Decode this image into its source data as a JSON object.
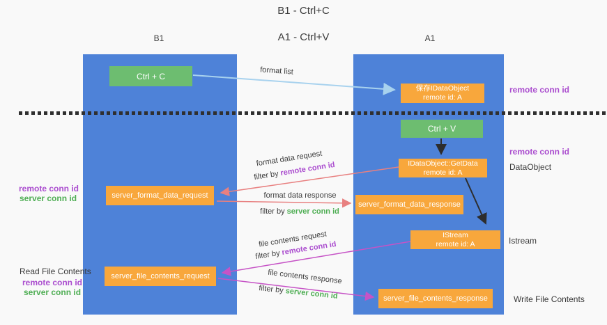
{
  "title": {
    "line1": "B1 - Ctrl+C",
    "line2": "A1 - Ctrl+V"
  },
  "lanes": {
    "left": {
      "name": "B1",
      "role": "connection"
    },
    "right": {
      "name": "A1",
      "role": "remote"
    }
  },
  "nodes": {
    "ctrl_c": "Ctrl + C",
    "save_idataobject": "保存IDataObject\nremote id: A",
    "ctrl_v": "Ctrl + V",
    "getdata": "IDataObject::GetData\nremote id: A",
    "server_format_data_request": "server_format_data_request",
    "server_format_data_response": "server_format_data_response",
    "istream": "IStream\nremote id: A",
    "server_file_contents_request": "server_file_contents_request",
    "server_file_contents_response": "server_file_contents_response"
  },
  "edge_labels": {
    "format_list": "format list",
    "format_data_request": "format data request",
    "format_data_response": "format data response",
    "file_contents_request": "file contents request",
    "file_contents_response": "file contents response",
    "filter_by": "filter by ",
    "remote_conn_id": "remote conn id",
    "server_conn_id": "server conn id"
  },
  "side_labels": {
    "remote_conn_id": "remote conn id",
    "server_conn_id": "server conn id",
    "dataobject": "DataObject",
    "istream": "Istream",
    "read_file_contents": "Read File Contents",
    "write_file_contents": "Write File Contents"
  },
  "colors": {
    "lane_blue": "#4e82d8",
    "node_green": "#6dbd70",
    "node_orange": "#f8a73c",
    "arrow_lightblue": "#a8d2ee",
    "arrow_black": "#2d2d2d",
    "arrow_red": "#e88080",
    "arrow_magenta": "#c653c6",
    "text_purple": "#ab4ecf",
    "text_green": "#4fae54",
    "divider_dark": "#2f2f2f"
  }
}
